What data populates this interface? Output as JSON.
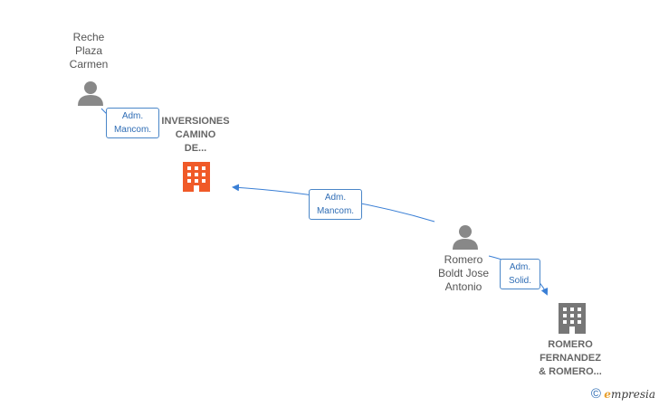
{
  "persons": [
    {
      "name_lines": [
        "Reche",
        "Plaza",
        "Carmen"
      ]
    },
    {
      "name_lines": [
        "Romero",
        "Boldt Jose",
        "Antonio"
      ]
    }
  ],
  "companies": [
    {
      "name_lines": [
        "INVERSIONES",
        "CAMINO",
        "DE..."
      ],
      "color": "#f05a28"
    },
    {
      "name_lines": [
        "ROMERO",
        "FERNANDEZ",
        "& ROMERO..."
      ],
      "color": "#777777"
    }
  ],
  "edges": [
    {
      "label_lines": [
        "Adm.",
        "Mancom."
      ]
    },
    {
      "label_lines": [
        "Adm.",
        "Mancom."
      ]
    },
    {
      "label_lines": [
        "Adm.",
        "Solid."
      ]
    }
  ],
  "colors": {
    "edge": "#3a7fd5",
    "person_icon": "#888888"
  },
  "brand": {
    "copyright": "©",
    "e": "e",
    "rest": "mpresia"
  }
}
